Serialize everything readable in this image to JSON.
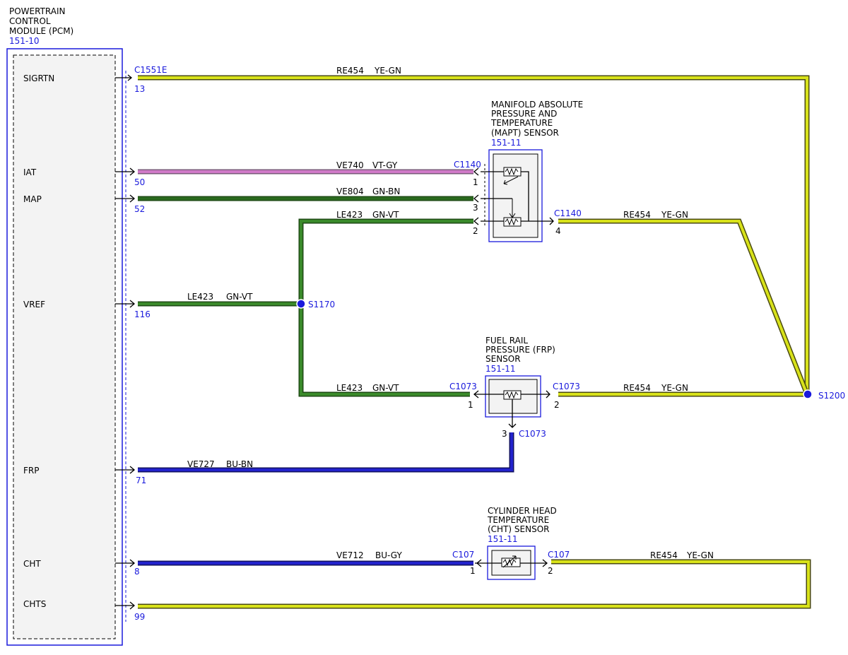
{
  "pcm": {
    "title_lines": [
      "POWERTRAIN",
      "CONTROL",
      "MODULE (PCM)"
    ],
    "ref": "151-10",
    "pins": [
      "SIGRTN",
      "IAT",
      "MAP",
      "VREF",
      "FRP",
      "CHT",
      "CHTS"
    ]
  },
  "mapt": {
    "title_lines": [
      "MANIFOLD ABSOLUTE",
      "PRESSURE AND",
      "TEMPERATURE",
      "(MAPT) SENSOR"
    ],
    "ref": "151-11"
  },
  "frp": {
    "title_lines": [
      "FUEL RAIL",
      "PRESSURE (FRP)",
      "SENSOR"
    ],
    "ref": "151-11"
  },
  "cht": {
    "title_lines": [
      "CYLINDER HEAD",
      "TEMPERATURE",
      "(CHT) SENSOR"
    ],
    "ref": "151-11"
  },
  "connectors": {
    "c1551e": "C1551E",
    "c1140_iat": "C1140",
    "c1140_out": "C1140",
    "c1073_left": "C1073",
    "c1073_right": "C1073",
    "c1073_bottom": "C1073",
    "c107_left": "C107",
    "c107_right": "C107"
  },
  "pins": {
    "pcm_13": "13",
    "pcm_50": "50",
    "pcm_52": "52",
    "pcm_116": "116",
    "pcm_71": "71",
    "pcm_8": "8",
    "pcm_99": "99",
    "mapt_1": "1",
    "mapt_3": "3",
    "mapt_2": "2",
    "mapt_4": "4",
    "frp_1": "1",
    "frp_2": "2",
    "frp_3": "3",
    "cht_1": "1",
    "cht_2": "2"
  },
  "splices": {
    "s1170": "S1170",
    "s1200": "S1200"
  },
  "wires": {
    "sigrtn": {
      "circuit": "RE454",
      "color_code": "YE-GN"
    },
    "iat": {
      "circuit": "VE740",
      "color_code": "VT-GY"
    },
    "map": {
      "circuit": "VE804",
      "color_code": "GN-BN"
    },
    "vref_mapt": {
      "circuit": "LE423",
      "color_code": "GN-VT"
    },
    "vref": {
      "circuit": "LE423",
      "color_code": "GN-VT"
    },
    "vref_frp": {
      "circuit": "LE423",
      "color_code": "GN-VT"
    },
    "mapt_rtn": {
      "circuit": "RE454",
      "color_code": "YE-GN"
    },
    "frp_rtn": {
      "circuit": "RE454",
      "color_code": "YE-GN"
    },
    "frp_sig": {
      "circuit": "VE727",
      "color_code": "BU-BN"
    },
    "cht_sig": {
      "circuit": "VE712",
      "color_code": "BU-GY"
    },
    "cht_rtn": {
      "circuit": "RE454",
      "color_code": "YE-GN"
    }
  },
  "colors": {
    "module_border": "#1a1adc",
    "label_blue": "#1a1adc",
    "yellow_green": "#d8e21a",
    "violet_gray": "#d07ac8",
    "green": "#2a6a1e",
    "green_violet": "#2e7a22",
    "blue": "#1f1fc8"
  }
}
